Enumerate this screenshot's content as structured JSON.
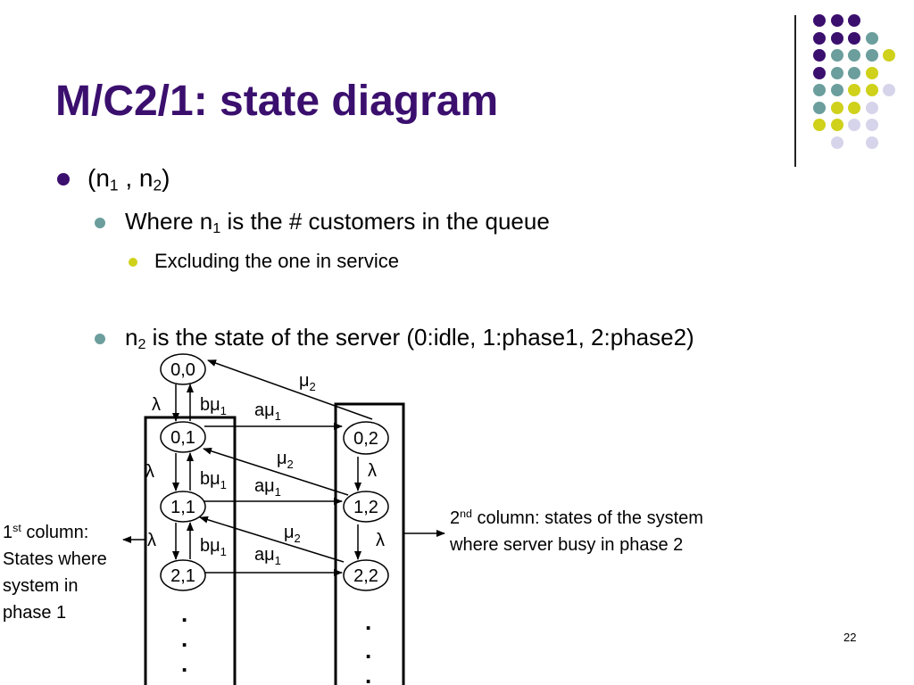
{
  "title": "M/C2/1: state diagram",
  "bullets": {
    "b1": {
      "pre": "(n",
      "s1": "1",
      "mid": " , n",
      "s2": "2",
      "post": ")"
    },
    "b2": {
      "pre": "Where n",
      "s1": "1",
      "post": " is the # customers in the queue"
    },
    "b3": {
      "text": "Excluding the one in service"
    },
    "b4": {
      "pre": "n",
      "s1": "2",
      "post": " is the state of the server (0:idle, 1:phase1, 2:phase2)"
    }
  },
  "colors": {
    "title": "#3b0f6e",
    "purple": "#3b0f6e",
    "teal": "#6b9e9c",
    "yellow": "#cfd11a",
    "lavender": "#d6d4ea"
  },
  "dots": [
    [
      "purple",
      "purple",
      "purple",
      ""
    ],
    [
      "purple",
      "purple",
      "purple",
      "teal"
    ],
    [
      "purple",
      "teal",
      "teal",
      "teal",
      "yellow"
    ],
    [
      "purple",
      "teal",
      "teal",
      "yellow",
      ""
    ],
    [
      "teal",
      "teal",
      "yellow",
      "yellow",
      "lavender"
    ],
    [
      "teal",
      "yellow",
      "yellow",
      "lavender",
      ""
    ],
    [
      "yellow",
      "yellow",
      "lavender",
      "lavender",
      ""
    ],
    [
      "",
      "lavender",
      "",
      "lavender",
      ""
    ]
  ],
  "diagram": {
    "states": {
      "s00": "0,0",
      "s01": "0,1",
      "s11": "1,1",
      "s21": "2,1",
      "s02": "0,2",
      "s12": "1,2",
      "s22": "2,2"
    },
    "labels": {
      "lambda": "λ",
      "bmu": "bμ",
      "amu": "aμ",
      "mu": "μ",
      "sub1": "1",
      "sub2": "2"
    },
    "dots": ".",
    "note_left": {
      "l1_pre": "1",
      "l1_sup": "st",
      "l1_post": " column:",
      "l2": "States where",
      "l3": "system in",
      "l4": "phase 1"
    },
    "note_right": {
      "l1_pre": "2",
      "l1_sup": "nd",
      "l1_post": " column: states of the system",
      "l2": "where server busy in phase 2"
    }
  },
  "page_number": "22"
}
